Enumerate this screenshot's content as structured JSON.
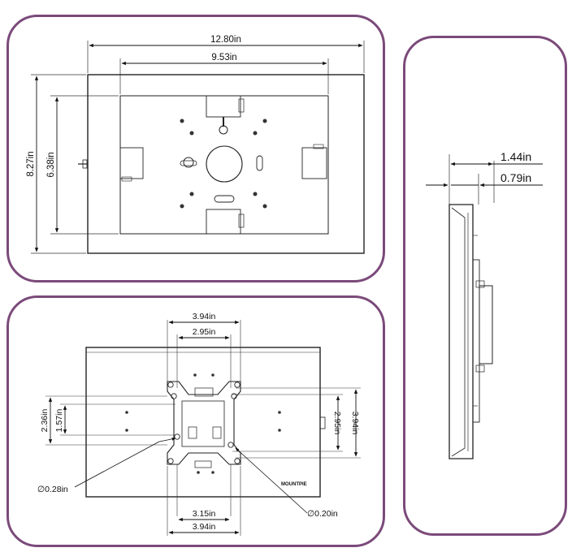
{
  "front_view": {
    "width_overall": "12.80in",
    "width_inner": "9.53in",
    "height_overall": "8.27in",
    "height_inner": "6.38in"
  },
  "side_view": {
    "depth_overall": "1.44in",
    "depth_body": "0.79in"
  },
  "back_view": {
    "vesa_outer_top": "3.94in",
    "vesa_inner_top": "2.95in",
    "left_outer": "2.36in",
    "left_inner": "1.57in",
    "right_inner": "2.95in",
    "right_outer": "3.94in",
    "bottom_inner": "3.15in",
    "bottom_outer": "3.94in",
    "hole_large": "∅0.28in",
    "hole_small": "∅0.20in",
    "brand_label": "MOUNTPIE"
  }
}
